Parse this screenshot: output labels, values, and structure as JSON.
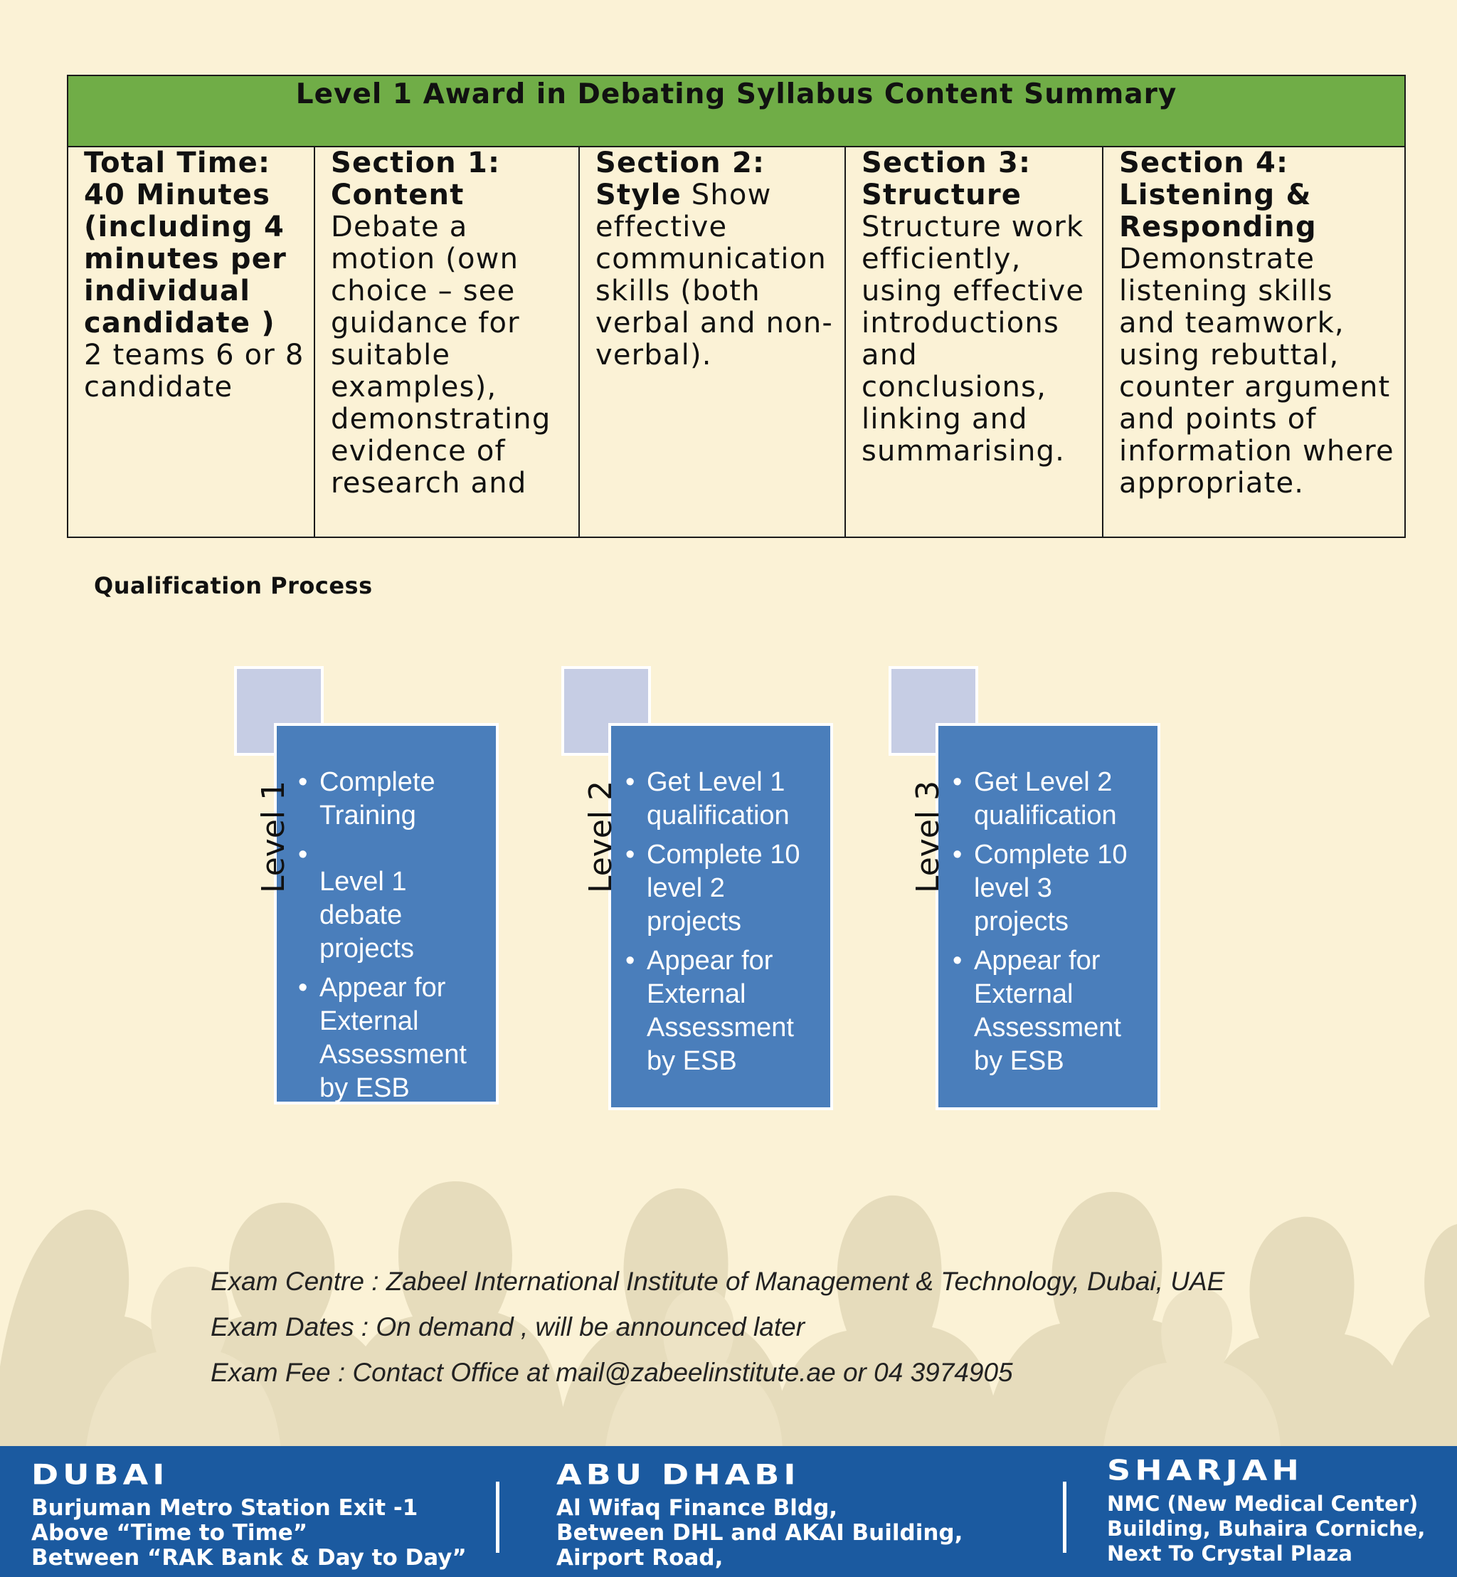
{
  "syllabus": {
    "title": "Level 1 Award in Debating Syllabus Content Summary",
    "col1": {
      "bold": "Total Time: 40 Minutes (including 4 minutes per individual candidate )",
      "text": "2 teams 6 or 8 candidate"
    },
    "col2": {
      "heading": "Section 1: Content",
      "text": "Debate a motion (own choice – see guidance for suitable examples), demonstrating evidence of research and"
    },
    "col3": {
      "heading": "Section 2: Style",
      "text": "Show effective communication skills (both verbal and non-verbal)."
    },
    "col4": {
      "heading": "Section 3: Structure",
      "text": "Structure work efficiently, using effective introductions and conclusions, linking and summarising."
    },
    "col5": {
      "heading": "Section 4: Listening & Responding",
      "text": "Demonstrate listening skills and teamwork, using rebuttal, counter argument and points of information where appropriate."
    }
  },
  "qualification_process": {
    "title": "Qualification Process",
    "levels": [
      {
        "label": "Level 1",
        "items": [
          "Complete Training",
          "Level 1 debate projects",
          "Appear for External Assessment by ESB"
        ]
      },
      {
        "label": "Level 2",
        "items": [
          "Get Level 1 qualification",
          "Complete 10 level 2 projects",
          "Appear for External Assessment by ESB"
        ]
      },
      {
        "label": "Level 3",
        "items": [
          "Get Level 2 qualification",
          "Complete 10 level 3 projects",
          "Appear for External Assessment by ESB"
        ]
      }
    ]
  },
  "exam": {
    "centre": "Exam Centre : Zabeel International Institute of Management & Technology, Dubai, UAE",
    "dates": "Exam Dates : On demand , will be announced later",
    "fee": "Exam Fee :  Contact Office at mail@zabeelinstitute.ae or 04 3974905"
  },
  "offices": [
    {
      "city": "DUBAI",
      "lines": [
        "Burjuman Metro Station Exit -1",
        "Above “Time to Time”",
        "Between “RAK Bank & Day to Day”"
      ]
    },
    {
      "city": "ABU DHABI",
      "lines": [
        "Al Wifaq Finance Bldg,",
        "Between DHL and AKAI Building,",
        "Airport Road,"
      ]
    },
    {
      "city": "SHARJAH",
      "lines": [
        "NMC (New Medical Center)",
        "Building,  Buhaira Corniche,",
        "Next To Crystal Plaza"
      ]
    }
  ],
  "colors": {
    "background": "#fbf2d6",
    "table_header": "#70ad47",
    "card_blue": "#4a7ebb",
    "card_square": "#c6cde4",
    "footer_blue": "#1b5aa0",
    "silhouette": "#e2d7b7"
  }
}
